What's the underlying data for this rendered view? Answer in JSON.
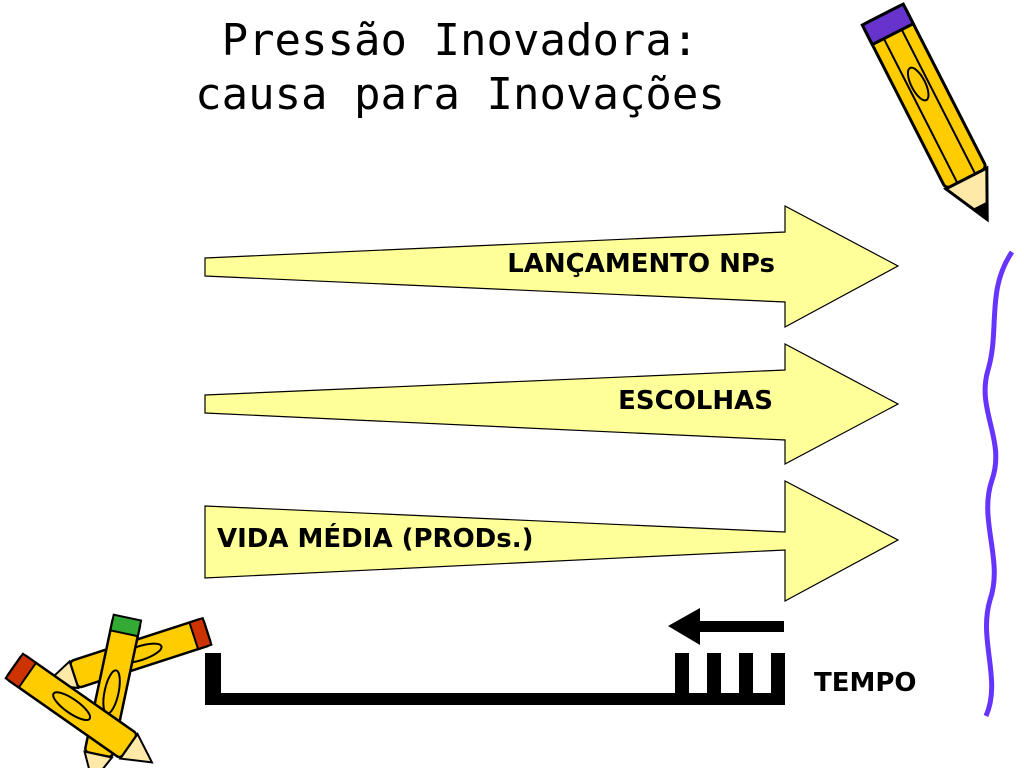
{
  "slide": {
    "title_line1": "Pressão Inovadora:",
    "title_line2": "causa para Inovações"
  },
  "arrows": [
    {
      "label": "LANÇAMENTO NPs",
      "shape": "widening-to-right"
    },
    {
      "label": "ESCOLHAS",
      "shape": "widening-to-right"
    },
    {
      "label": "VIDA MÉDIA (PRODs.)",
      "shape": "narrowing-to-right"
    }
  ],
  "timeline": {
    "label": "TEMPO",
    "direction_arrow": "pointing-left"
  },
  "decorations": [
    "pencil-icon",
    "crossed-pencils-icon",
    "squiggle-line"
  ],
  "colors": {
    "arrow_fill": "#ffff99",
    "pencil_body": "#ffcc00",
    "pencil_accent": "#6633cc",
    "squiggle": "#6633ff",
    "timeline": "#000000"
  }
}
